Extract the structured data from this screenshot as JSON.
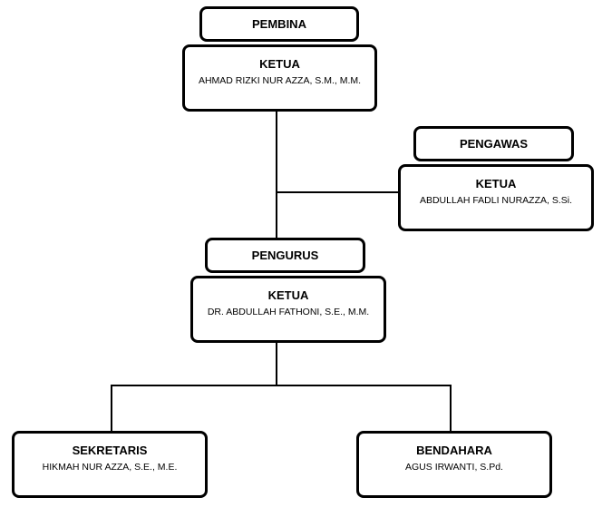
{
  "pembina": {
    "header": "PEMBINA",
    "role": "KETUA",
    "name": "AHMAD RIZKI NUR AZZA, S.M., M.M."
  },
  "pengawas": {
    "header": "PENGAWAS",
    "role": "KETUA",
    "name": "ABDULLAH FADLI NURAZZA, S.Si."
  },
  "pengurus": {
    "header": "PENGURUS",
    "role": "KETUA",
    "name": "DR. ABDULLAH FATHONI, S.E., M.M."
  },
  "sekretaris": {
    "role": "SEKRETARIS",
    "name": "HIKMAH NUR AZZA, S.E., M.E."
  },
  "bendahara": {
    "role": "BENDAHARA",
    "name": "AGUS IRWANTI, S.Pd."
  }
}
